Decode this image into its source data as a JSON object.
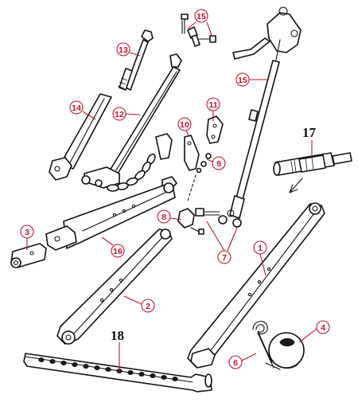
{
  "colors": {
    "line": "#111111",
    "callout": "#c0142a",
    "background": "#ffffff"
  },
  "callouts": [
    {
      "id": "c15a",
      "label": "15"
    },
    {
      "id": "c13",
      "label": "13"
    },
    {
      "id": "c14",
      "label": "14"
    },
    {
      "id": "c12",
      "label": "12"
    },
    {
      "id": "c15b",
      "label": "15"
    },
    {
      "id": "c11",
      "label": "11"
    },
    {
      "id": "c10",
      "label": "10"
    },
    {
      "id": "c9",
      "label": "9"
    },
    {
      "id": "c8",
      "label": "8"
    },
    {
      "id": "c7",
      "label": "7"
    },
    {
      "id": "c3",
      "label": "3"
    },
    {
      "id": "c16",
      "label": "16"
    },
    {
      "id": "c2",
      "label": "2"
    },
    {
      "id": "c1",
      "label": "1"
    },
    {
      "id": "c4",
      "label": "4"
    },
    {
      "id": "c6",
      "label": "6"
    }
  ],
  "plain_labels": {
    "label17": "17",
    "label18": "18"
  }
}
